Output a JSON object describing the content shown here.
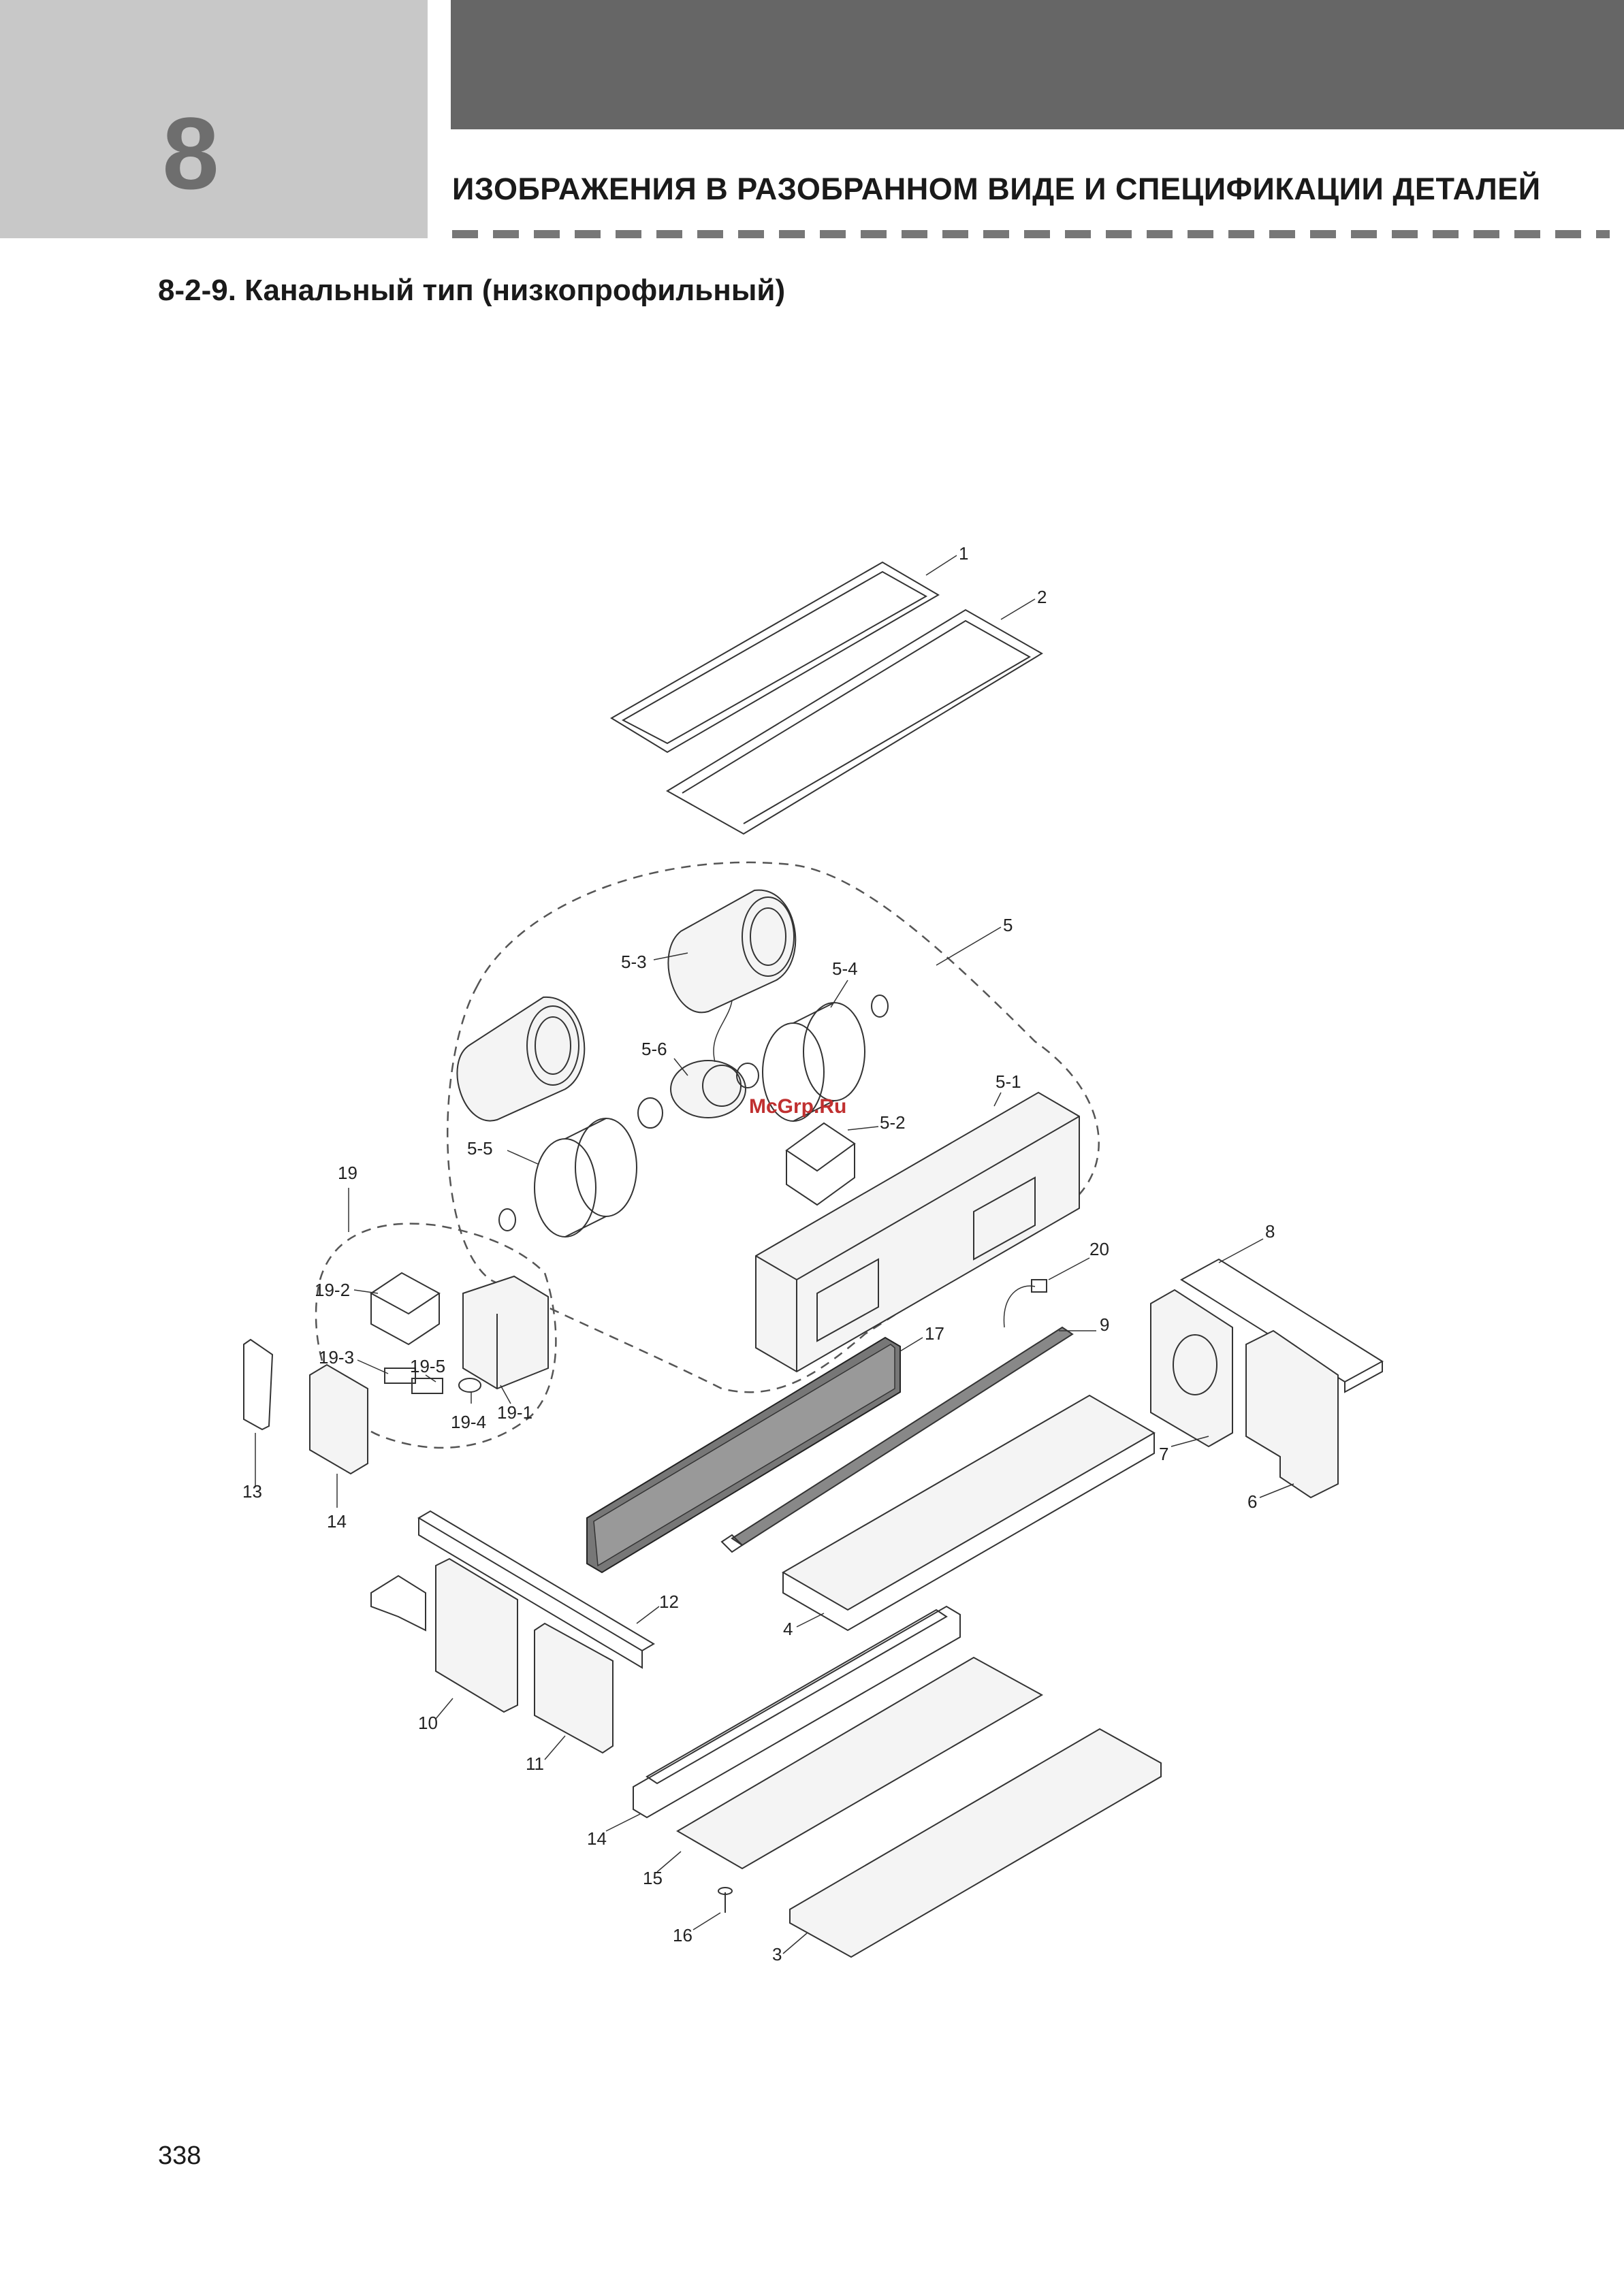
{
  "header": {
    "chapter_number": "8",
    "title": "ИЗОБРАЖЕНИЯ В РАЗОБРАННОМ ВИДЕ И СПЕЦИФИКАЦИИ ДЕТАЛЕЙ"
  },
  "section": {
    "title": "8-2-9. Канальный тип (низкопрофильный)"
  },
  "diagram": {
    "watermark": "McGrp.Ru",
    "callouts": {
      "c1": "1",
      "c2": "2",
      "c3": "3",
      "c4": "4",
      "c5": "5",
      "c5_1": "5-1",
      "c5_2": "5-2",
      "c5_3": "5-3",
      "c5_4": "5-4",
      "c5_5": "5-5",
      "c5_6": "5-6",
      "c6": "6",
      "c7": "7",
      "c8": "8",
      "c9": "9",
      "c10": "10",
      "c11": "11",
      "c12": "12",
      "c13": "13",
      "c14a": "14",
      "c14b": "14",
      "c15": "15",
      "c16": "16",
      "c17": "17",
      "c19": "19",
      "c19_1": "19-1",
      "c19_2": "19-2",
      "c19_3": "19-3",
      "c19_4": "19-4",
      "c19_5": "19-5",
      "c20": "20"
    }
  },
  "footer": {
    "page_number": "338"
  }
}
